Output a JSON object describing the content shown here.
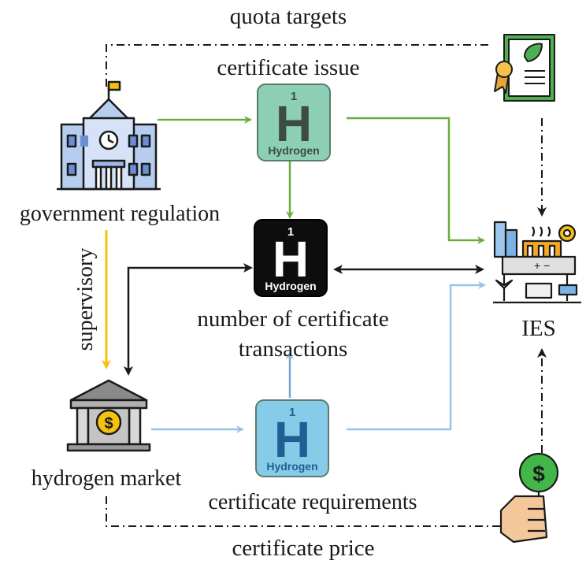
{
  "labels": {
    "quota_targets": "quota targets",
    "certificate_issue": "certificate issue",
    "government_regulation": "government regulation",
    "supervisory": "supervisory",
    "number_of_transactions_line1": "number of certificate",
    "number_of_transactions_line2": "transactions",
    "ies": "IES",
    "hydrogen_market": "hydrogen market",
    "certificate_requirements": "certificate requirements",
    "certificate_price": "certificate price"
  },
  "hydrogen_tiles": [
    {
      "number": "1",
      "symbol": "H",
      "name": "Hydrogen",
      "fill": "#8ccfb4",
      "text_color": "#3d4a45"
    },
    {
      "number": "1",
      "symbol": "H",
      "name": "Hydrogen",
      "fill": "#0d0d0d",
      "text_color": "#ffffff"
    },
    {
      "number": "1",
      "symbol": "H",
      "name": "Hydrogen",
      "fill": "#86cbe8",
      "text_color": "#1f5f93"
    }
  ],
  "icons": {
    "government": "government-building-icon",
    "market": "hydrogen-market-bank-icon",
    "certificate": "certificate-icon",
    "ies": "integrated-energy-system-icon",
    "price": "hand-money-icon"
  },
  "colors": {
    "green_arrow": "#6aad3d",
    "black_arrow": "#1a1a1a",
    "blue_arrow": "#9cc3e6",
    "yellow_arrow": "#f5c20f"
  }
}
